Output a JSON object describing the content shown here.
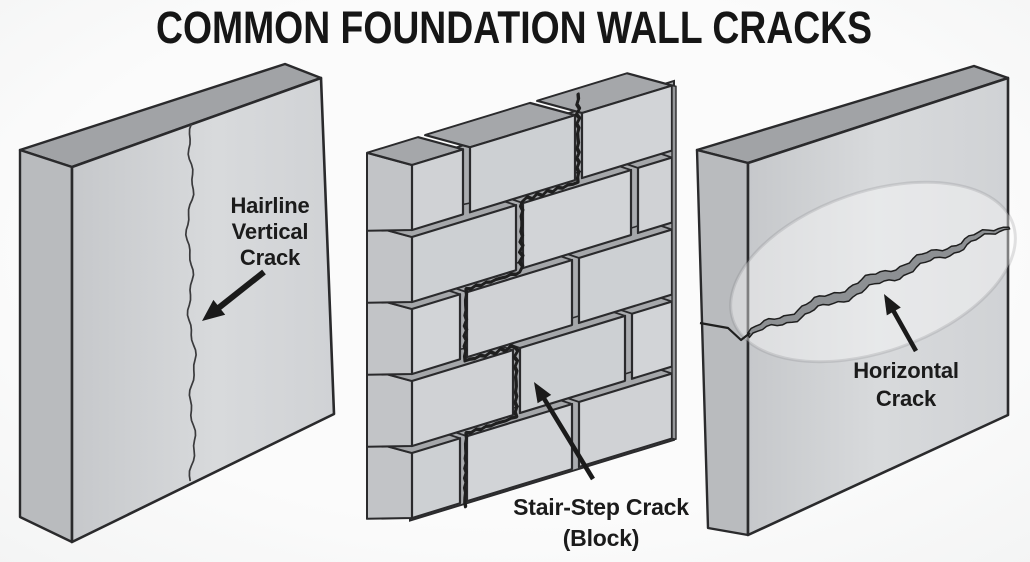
{
  "title": "COMMON FOUNDATION WALL CRACKS",
  "panels": [
    {
      "name": "hairline-vertical-crack",
      "label_lines": [
        "Hairline",
        "Vertical",
        "Crack"
      ]
    },
    {
      "name": "stair-step-crack",
      "label_lines": [
        "Stair-Step Crack",
        "(Block)"
      ]
    },
    {
      "name": "horizontal-crack",
      "label_lines": [
        "Horizontal",
        "Crack"
      ]
    }
  ],
  "colors": {
    "background": "#fbfbfb",
    "background_edge": "#f2f3f3",
    "outline": "#2a2a2c",
    "title_text": "#161616",
    "label_text": "#1b1b1b",
    "arrow": "#1a1a1a",
    "wall_front_light": "#d8dadc",
    "wall_front": "#d0d2d5",
    "wall_front_dark": "#c6c8cb",
    "wall_top": "#a1a3a6",
    "wall_side": "#b9bbbe",
    "mortar": "#aaacaf",
    "block_top": "#a5a7aa",
    "block_side": "#c2c4c7",
    "block_edge_shadow": "#95979a",
    "crack": "#1f1f1f",
    "hairline_crack": "#3a3a3c",
    "crack_band_fill": "#8d9093"
  }
}
